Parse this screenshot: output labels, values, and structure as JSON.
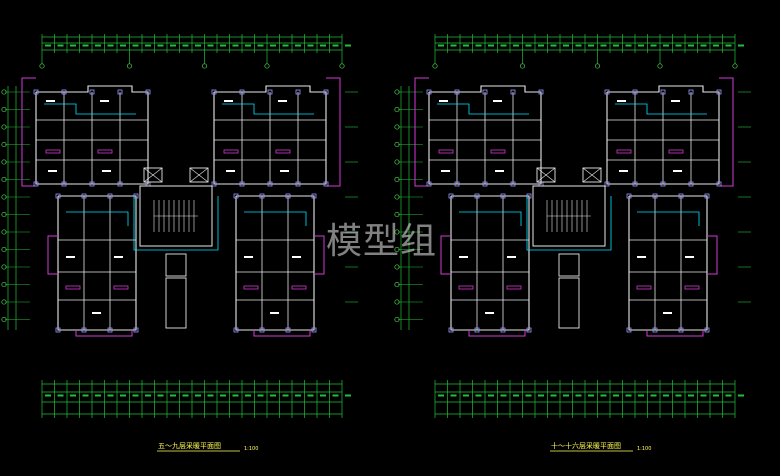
{
  "colors": {
    "background": "#000000",
    "dimension": "#22c03a",
    "axis": "#4fd24f",
    "wall": "#e8e8e8",
    "column": "#9a9aff",
    "balcony": "#d43ad4",
    "pipe": "#00e5ff",
    "annotation": "#ffffff",
    "caption": "#ffff55",
    "watermark": "#ececec"
  },
  "watermark": "模型组",
  "plans": [
    {
      "title": "五～九层采暖平面图",
      "scale": "1:100"
    },
    {
      "title": "十～十六层采暖平面图",
      "scale": "1:100"
    }
  ]
}
